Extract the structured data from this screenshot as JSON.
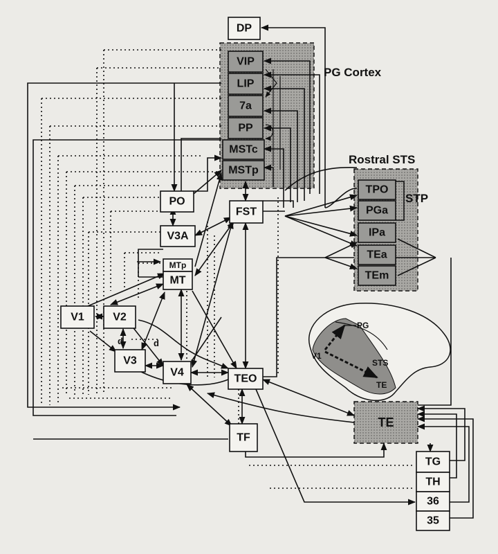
{
  "regions": {
    "pg_cortex": "PG Cortex",
    "rostral_sts": "Rostral STS",
    "stp": "STP"
  },
  "areas": {
    "dp": "DP",
    "vip": "VIP",
    "lip": "LIP",
    "a7a": "7a",
    "pp": "PP",
    "mstc": "MSTc",
    "mstp": "MSTp",
    "po": "PO",
    "fst": "FST",
    "v3a": "V3A",
    "mtp": "MTp",
    "mt": "MT",
    "v1": "V1",
    "v2": "V2",
    "v3": "V3",
    "v4": "V4",
    "teo": "TEO",
    "tf": "TF",
    "te": "TE",
    "tpo": "TPO",
    "pga": "PGa",
    "ipa": "IPa",
    "tea": "TEa",
    "tem": "TEm",
    "tg": "TG",
    "th": "TH",
    "a36": "36",
    "a35": "35"
  },
  "edge_labels": {
    "d1": "d",
    "d2": "d"
  },
  "brain_inset": {
    "v1": "V1",
    "pg": "PG",
    "sts": "STS",
    "te": "TE"
  },
  "colors": {
    "line": "#111111",
    "shaded": "#9a9a97",
    "box": "#f4f3ef",
    "paper": "#ecebe7"
  }
}
